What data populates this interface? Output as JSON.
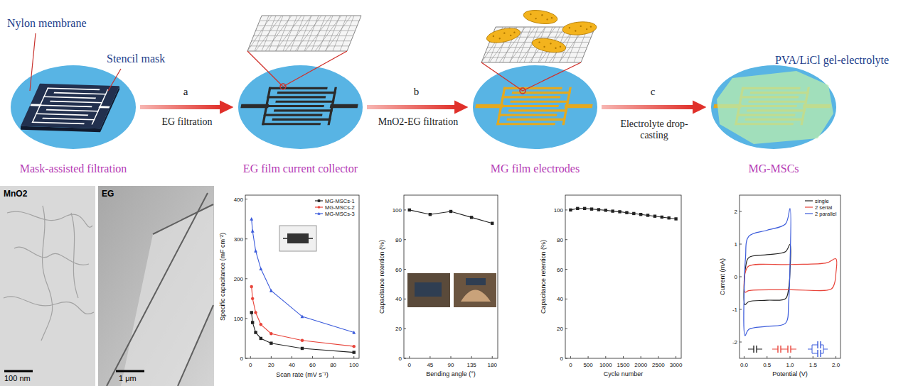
{
  "diagram": {
    "nodes": [
      {
        "text": [
          "Mask-assisted filtration"
        ]
      },
      {
        "text": [
          "EG film current collector"
        ]
      },
      {
        "text": [
          "MG film electrodes"
        ]
      },
      {
        "text": [
          "MG-MSCs"
        ]
      }
    ],
    "edges": [
      {
        "from": 0,
        "to": 1,
        "arrow": "to",
        "label": "a"
      },
      {
        "from": 1,
        "to": 2,
        "arrow": "to",
        "label": "b"
      },
      {
        "from": 2,
        "to": 3,
        "arrow": "to",
        "label": "c"
      }
    ],
    "labels": [
      "Nylon membrane",
      "Stencil mask",
      "EG filtration",
      "MnO2-EG filtration",
      "Electrolyte drop-casting",
      "PVA/LiCl gel-electrolyte",
      "MnO2",
      "100 nm",
      "EG",
      "1 μm",
      "Specific capacitance (mF cm⁻²)",
      "Scan rate (mV s⁻¹)",
      "0",
      "20",
      "40",
      "60",
      "80",
      "100",
      "0",
      "100",
      "200",
      "300",
      "400",
      "Capacitance retention (%)",
      "Bending angle (°)",
      "0",
      "45",
      "90",
      "135",
      "180",
      "0",
      "20",
      "40",
      "60",
      "80",
      "100",
      "Capacitance retention (%)",
      "Cycle number",
      "0",
      "500",
      "1000",
      "1500",
      "2000",
      "2500",
      "3000",
      "0",
      "20",
      "40",
      "60",
      "80",
      "100",
      "Current (mA)",
      "Potential (V)",
      "0.0",
      "0.5",
      "1.0",
      "1.5",
      "2.0",
      "-2",
      "-1",
      "0",
      "1",
      "2"
    ],
    "legend": [
      {
        "text": "MG-MSCs-1"
      },
      {
        "text": "MG-MSCs-2"
      },
      {
        "text": "MG-MSCs-3"
      },
      {
        "text": "single"
      },
      {
        "text": "2 serial"
      },
      {
        "text": "2 parallel"
      }
    ]
  }
}
